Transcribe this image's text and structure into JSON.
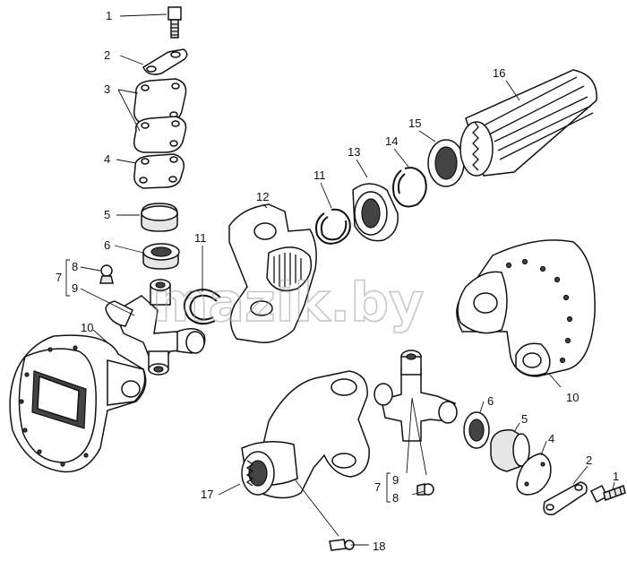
{
  "watermark": "mazik.by",
  "callouts": {
    "c1a": "1",
    "c2a": "2",
    "c3": "3",
    "c4a": "4",
    "c5a": "5",
    "c6a": "6",
    "c7a": "7",
    "c8a": "8",
    "c9a": "9",
    "c10a": "10",
    "c11a": "11",
    "c11b": "11",
    "c12": "12",
    "c13": "13",
    "c14": "14",
    "c15": "15",
    "c16": "16",
    "c10b": "10",
    "c6b": "6",
    "c5b": "5",
    "c4b": "4",
    "c2b": "2",
    "c1b": "1",
    "c9b": "9",
    "c7b": "7",
    "c8b": "8",
    "c17": "17",
    "c18": "18"
  }
}
